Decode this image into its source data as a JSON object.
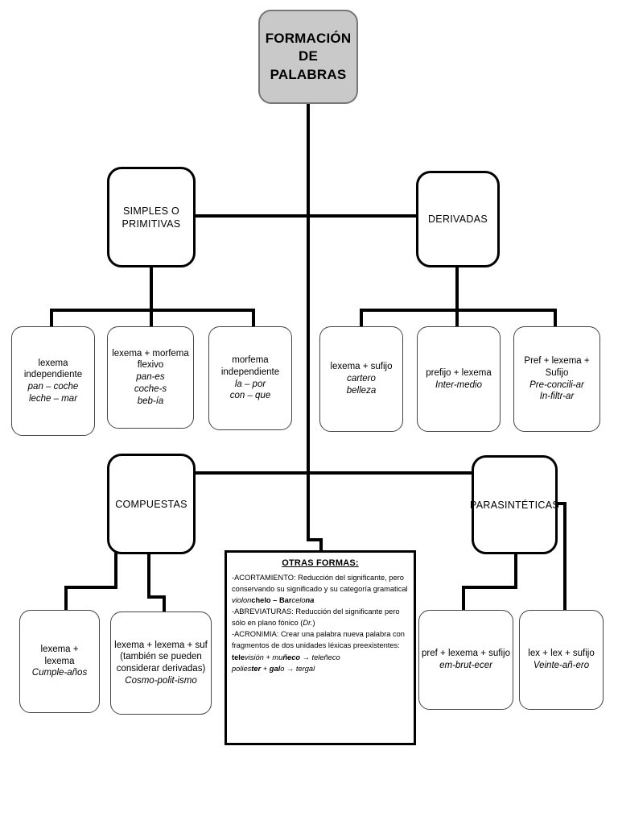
{
  "diagram": {
    "title": "FORMACIÓN DE PALABRAS",
    "root": {
      "line1": "FORMACIÓN",
      "line2": "DE",
      "line3": "PALABRAS"
    },
    "branches": {
      "simples": "SIMPLES O PRIMITIVAS",
      "derivadas": "DERIVADAS",
      "compuestas": "COMPUESTAS",
      "parasinteticas": "PARASINTÉTICAS"
    },
    "simples_children": [
      {
        "l1": "lexema",
        "l2": "independiente",
        "l3": "pan – coche",
        "l4": "leche – mar"
      },
      {
        "l1": "lexema + morfema",
        "l2": "flexivo",
        "l3": "pan-es",
        "l4": "coche-s",
        "l5": "beb-ía"
      },
      {
        "l1": "morfema",
        "l2": "independiente",
        "l3": "la – por",
        "l4": "con – que"
      }
    ],
    "derivadas_children": [
      {
        "l1": "lexema + sufijo",
        "l2": "cartero",
        "l3": "belleza"
      },
      {
        "l1": "prefijo + lexema",
        "l2": "Inter-medio"
      },
      {
        "l1": "Pref + lexema +",
        "l2": "Sufijo",
        "l3": "Pre-concili-ar",
        "l4": "In-filtr-ar"
      }
    ],
    "compuestas_children": [
      {
        "l1": "lexema + lexema",
        "l2": "Cumple-años"
      },
      {
        "l1": "lexema + lexema + suf",
        "l2": "(también se pueden",
        "l3": "considerar derivadas)",
        "l4": "Cosmo-polit-ismo"
      }
    ],
    "parasinteticas_children": [
      {
        "l1": "pref + lexema + sufijo",
        "l2": "em-brut-ecer"
      },
      {
        "l1": "lex + lex + sufijo",
        "l2": "Veinte-añ-ero"
      }
    ],
    "otras_formas": {
      "header": "OTRAS FORMAS:",
      "acortamiento_label": "-ACORTAMIENTO:",
      "acortamiento_text": " Reducción del significante, pero conservando su significado y su categoría gramatical ",
      "acortamiento_ex1a": "violon",
      "acortamiento_ex1b": "chelo",
      "acortamiento_sep": " – ",
      "acortamiento_ex2a": "Bar",
      "acortamiento_ex2b": "celo",
      "acortamiento_ex2c": "na",
      "abreviaturas_label": "-ABREVIATURAS:",
      "abreviaturas_text": " Reducción del  significante pero sólo en plano fónico (",
      "abreviaturas_ex": "Dr.",
      "abreviaturas_close": ")",
      "acronimia_label": "-ACRONIMIA:",
      "acronimia_text": " Crear una palabra nueva palabra con fragmentos de dos unidades léxicas preexistentes: ",
      "acr_ex1a": "tele",
      "acr_ex1b": "visión",
      "acr_plus": " + ",
      "acr_ex2a": "mu",
      "acr_ex2b": "ñeco",
      "acr_arrow": " → ",
      "acr_res1": "teleñeco",
      "acr_ex3a": "polies",
      "acr_ex3b": "ter",
      "acr_ex4a": "gal",
      "acr_ex4b": "o",
      "acr_res2": "tergal"
    }
  },
  "colors": {
    "root_fill": "#c9c9c9",
    "stroke": "#000000",
    "leaf_stroke": "#444444"
  }
}
